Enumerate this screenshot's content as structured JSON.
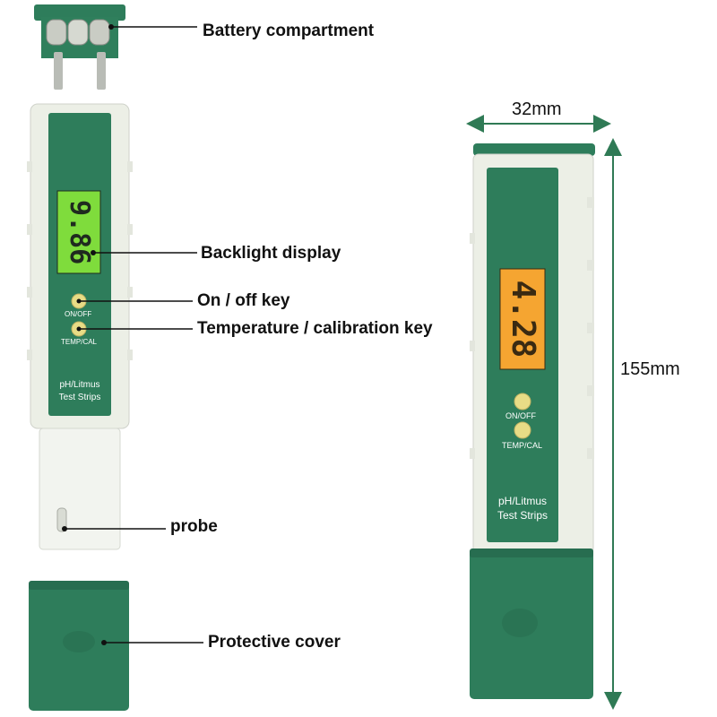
{
  "callouts": {
    "battery": "Battery compartment",
    "backlight": "Backlight display",
    "onoff": "On / off key",
    "tempcal": "Temperature / calibration key",
    "probe": "probe",
    "cover": "Protective cover"
  },
  "dimensions": {
    "width": "32mm",
    "height": "155mm"
  },
  "device_left": {
    "display_value": "9.86",
    "button1_label": "ON/OFF",
    "button2_label": "TEMP/CAL",
    "brand_line1": "pH/Litmus",
    "brand_line2": "Test Strips"
  },
  "device_right": {
    "display_value": "4.28",
    "button1_label": "ON/OFF",
    "button2_label": "TEMP/CAL",
    "brand_line1": "pH/Litmus",
    "brand_line2": "Test Strips"
  },
  "colors": {
    "body_green": "#2e7d5b",
    "dark_green": "#256b4c",
    "body_white": "#ecefe6",
    "lcd_green": "#7fdc3c",
    "lcd_orange": "#f5a531",
    "button_yellow": "#e8dc86",
    "dimension_arrow": "#2f7a55"
  }
}
